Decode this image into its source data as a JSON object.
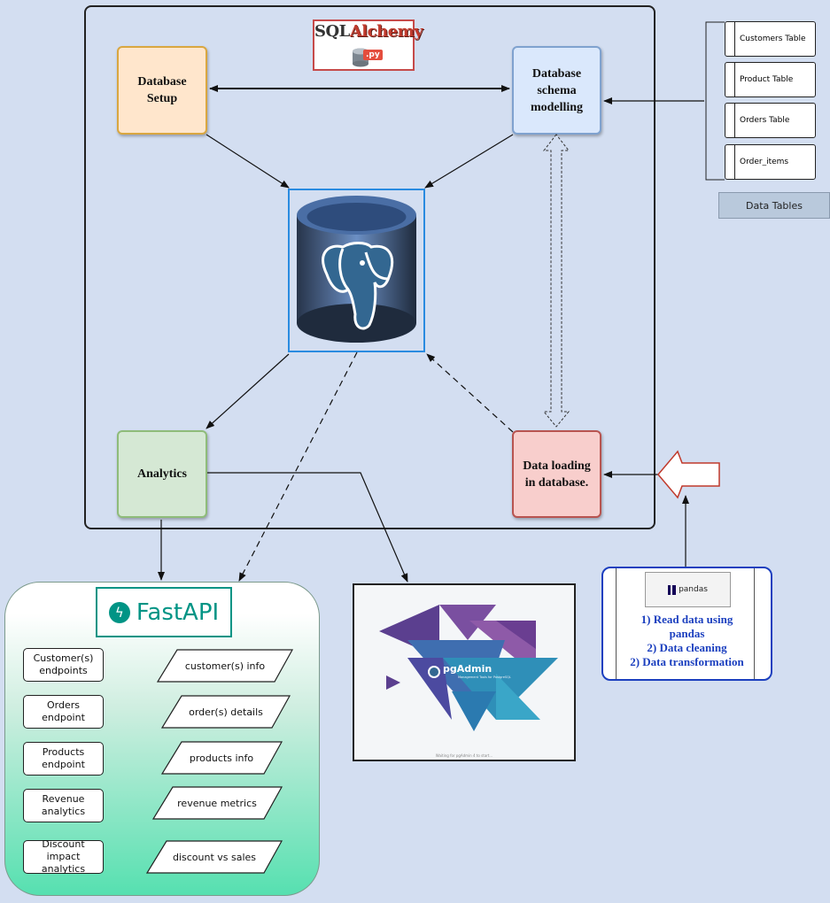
{
  "logos": {
    "sqlalchemy_prefix": "SQL",
    "sqlalchemy_suffix": "Alchemy",
    "sqlalchemy_badge": ".py",
    "fastapi": "FastAPI",
    "pandas": "pandas",
    "pgadmin": "pgAdmin",
    "pgadmin_sub": "Management Tools for PostgreSQL",
    "pgadmin_caption": "Waiting for pgAdmin 4 to start..."
  },
  "nodes": {
    "database_setup": "Database Setup",
    "schema_modelling": "Database schema modelling",
    "analytics": "Analytics",
    "data_loading": "Data loading in database."
  },
  "tables": {
    "items": [
      "Customers Table",
      "Product Table",
      "Orders Table",
      "Order_items"
    ],
    "label": "Data Tables"
  },
  "pandas_steps": {
    "line1": "1) Read data using",
    "line2": "pandas",
    "line3": "2) Data cleaning",
    "line4": "2) Data transformation"
  },
  "endpoints": [
    {
      "name": "Customer(s) endpoints",
      "output": "customer(s) info"
    },
    {
      "name": "Orders endpoint",
      "output": "order(s) details"
    },
    {
      "name": "Products endpoint",
      "output": "products info"
    },
    {
      "name": "Revenue analytics",
      "output": "revenue metrics"
    },
    {
      "name": "Discount impact analytics",
      "output": "discount vs sales"
    }
  ],
  "colors": {
    "background": "#d3def1",
    "setup_fill": "#ffe6cc",
    "schema_fill": "#dae8fc",
    "analytics_fill": "#d5e8d4",
    "loading_fill": "#f8cecc",
    "fastapi_teal": "#009485",
    "pandas_blue": "#1b3fbf",
    "postgres_blue": "#336791"
  }
}
